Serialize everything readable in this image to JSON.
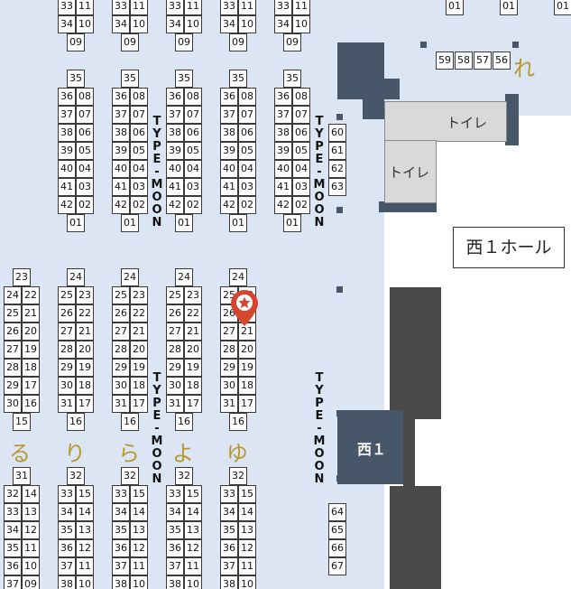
{
  "hall": {
    "name": "西１ホール",
    "west1": "西１",
    "toilet": "トイレ"
  },
  "circle_label": "TYPE-MOON",
  "kana_rows": [
    "る",
    "り",
    "ら",
    "よ",
    "ゆ"
  ],
  "kana_re": "れ",
  "pin": {
    "color": "#d6452f",
    "icon": "star-icon"
  },
  "colors": {
    "hall_bg": "#dbe5f4",
    "wall": "#485669",
    "kana": "#b8992f"
  },
  "top_partial": {
    "row_a": [
      "33",
      "11"
    ],
    "row_b": [
      "34",
      "10"
    ],
    "single": "09"
  },
  "upper_block": {
    "top": "35",
    "pairs": [
      [
        "36",
        "08"
      ],
      [
        "37",
        "07"
      ],
      [
        "38",
        "06"
      ],
      [
        "39",
        "05"
      ],
      [
        "40",
        "04"
      ],
      [
        "41",
        "03"
      ],
      [
        "42",
        "02"
      ]
    ],
    "bottom": "01"
  },
  "upper_right_column": [
    "60",
    "61",
    "62",
    "63"
  ],
  "top_right_singles": [
    "01",
    "01",
    "01"
  ],
  "top_right_row": [
    "59",
    "58",
    "57",
    "56"
  ],
  "lower_blocks": [
    {
      "top": "23",
      "pairs": [
        [
          "24",
          "22"
        ],
        [
          "25",
          "21"
        ],
        [
          "26",
          "20"
        ],
        [
          "27",
          "19"
        ],
        [
          "28",
          "18"
        ],
        [
          "29",
          "17"
        ],
        [
          "30",
          "16"
        ]
      ],
      "bottom": "15",
      "top2": "31",
      "pairs2": [
        [
          "32",
          "14"
        ],
        [
          "33",
          "13"
        ],
        [
          "34",
          "12"
        ],
        [
          "35",
          "11"
        ],
        [
          "36",
          "10"
        ],
        [
          "37",
          "09"
        ]
      ]
    },
    {
      "top": "24",
      "pairs": [
        [
          "25",
          "23"
        ],
        [
          "26",
          "22"
        ],
        [
          "27",
          "21"
        ],
        [
          "28",
          "20"
        ],
        [
          "29",
          "19"
        ],
        [
          "30",
          "18"
        ],
        [
          "31",
          "17"
        ]
      ],
      "bottom": "16",
      "top2": "32",
      "pairs2": [
        [
          "33",
          "15"
        ],
        [
          "34",
          "14"
        ],
        [
          "35",
          "13"
        ],
        [
          "36",
          "12"
        ],
        [
          "37",
          "11"
        ],
        [
          "38",
          "10"
        ]
      ]
    },
    {
      "top": "24",
      "pairs": [
        [
          "25",
          "23"
        ],
        [
          "26",
          "22"
        ],
        [
          "27",
          "21"
        ],
        [
          "28",
          "20"
        ],
        [
          "29",
          "19"
        ],
        [
          "30",
          "18"
        ],
        [
          "31",
          "17"
        ]
      ],
      "bottom": "16",
      "top2": "32",
      "pairs2": [
        [
          "33",
          "15"
        ],
        [
          "34",
          "14"
        ],
        [
          "35",
          "13"
        ],
        [
          "36",
          "12"
        ],
        [
          "37",
          "11"
        ],
        [
          "38",
          "10"
        ]
      ]
    },
    {
      "top": "24",
      "pairs": [
        [
          "25",
          "23"
        ],
        [
          "26",
          "22"
        ],
        [
          "27",
          "21"
        ],
        [
          "28",
          "20"
        ],
        [
          "29",
          "19"
        ],
        [
          "30",
          "18"
        ],
        [
          "31",
          "17"
        ]
      ],
      "bottom": "16",
      "top2": "32",
      "pairs2": [
        [
          "33",
          "15"
        ],
        [
          "34",
          "14"
        ],
        [
          "35",
          "13"
        ],
        [
          "36",
          "12"
        ],
        [
          "37",
          "11"
        ],
        [
          "38",
          "10"
        ]
      ]
    },
    {
      "top": "24",
      "pairs": [
        [
          "25",
          "23"
        ],
        [
          "26",
          "22"
        ],
        [
          "27",
          "21"
        ],
        [
          "28",
          "20"
        ],
        [
          "29",
          "19"
        ],
        [
          "30",
          "18"
        ],
        [
          "31",
          "17"
        ]
      ],
      "bottom": "16",
      "top2": "32",
      "pairs2": [
        [
          "33",
          "15"
        ],
        [
          "34",
          "14"
        ],
        [
          "35",
          "13"
        ],
        [
          "36",
          "12"
        ],
        [
          "37",
          "11"
        ],
        [
          "38",
          "10"
        ]
      ]
    }
  ],
  "lower_right_column": [
    "64",
    "65",
    "66",
    "67"
  ]
}
